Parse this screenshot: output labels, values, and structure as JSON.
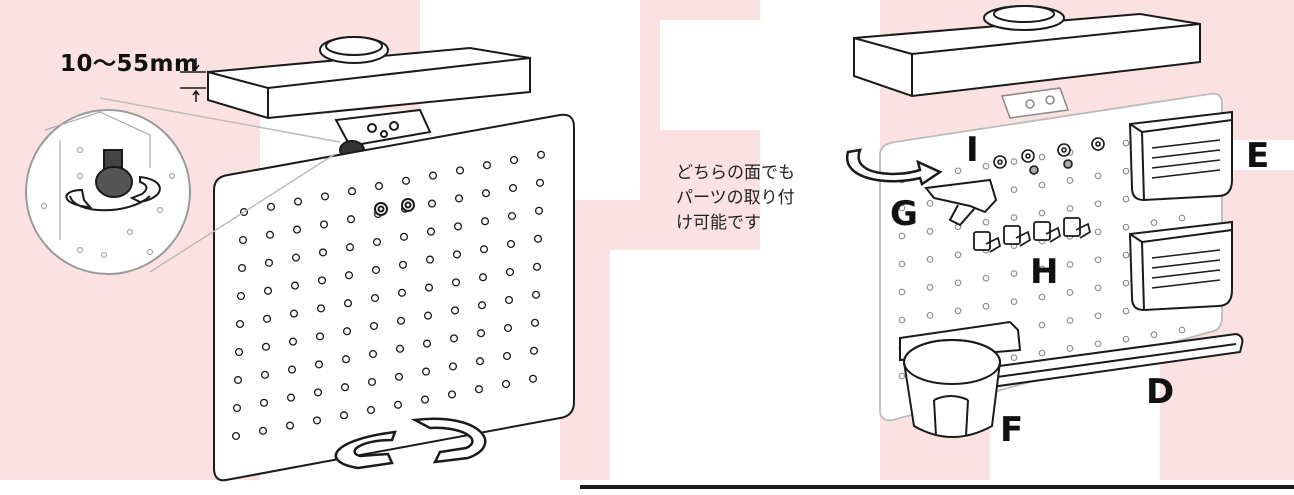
{
  "dimension_label": "10～55mm",
  "note_lines": [
    "どちらの面でも",
    "パーツの取り付",
    "け可能です"
  ],
  "part_labels": {
    "D": "D",
    "E": "E",
    "F": "F",
    "G": "G",
    "H": "H",
    "I": "I"
  },
  "colors": {
    "watermark": "#fbe1e1",
    "line": "#1a1a1a",
    "panel_outline_faint": "#c8c8c8",
    "bottom_rule": "#1a1a1a"
  },
  "icons": [
    "rotate-arrows-icon",
    "flip-arrow-icon",
    "arrow-down-icon",
    "arrow-up-icon"
  ]
}
